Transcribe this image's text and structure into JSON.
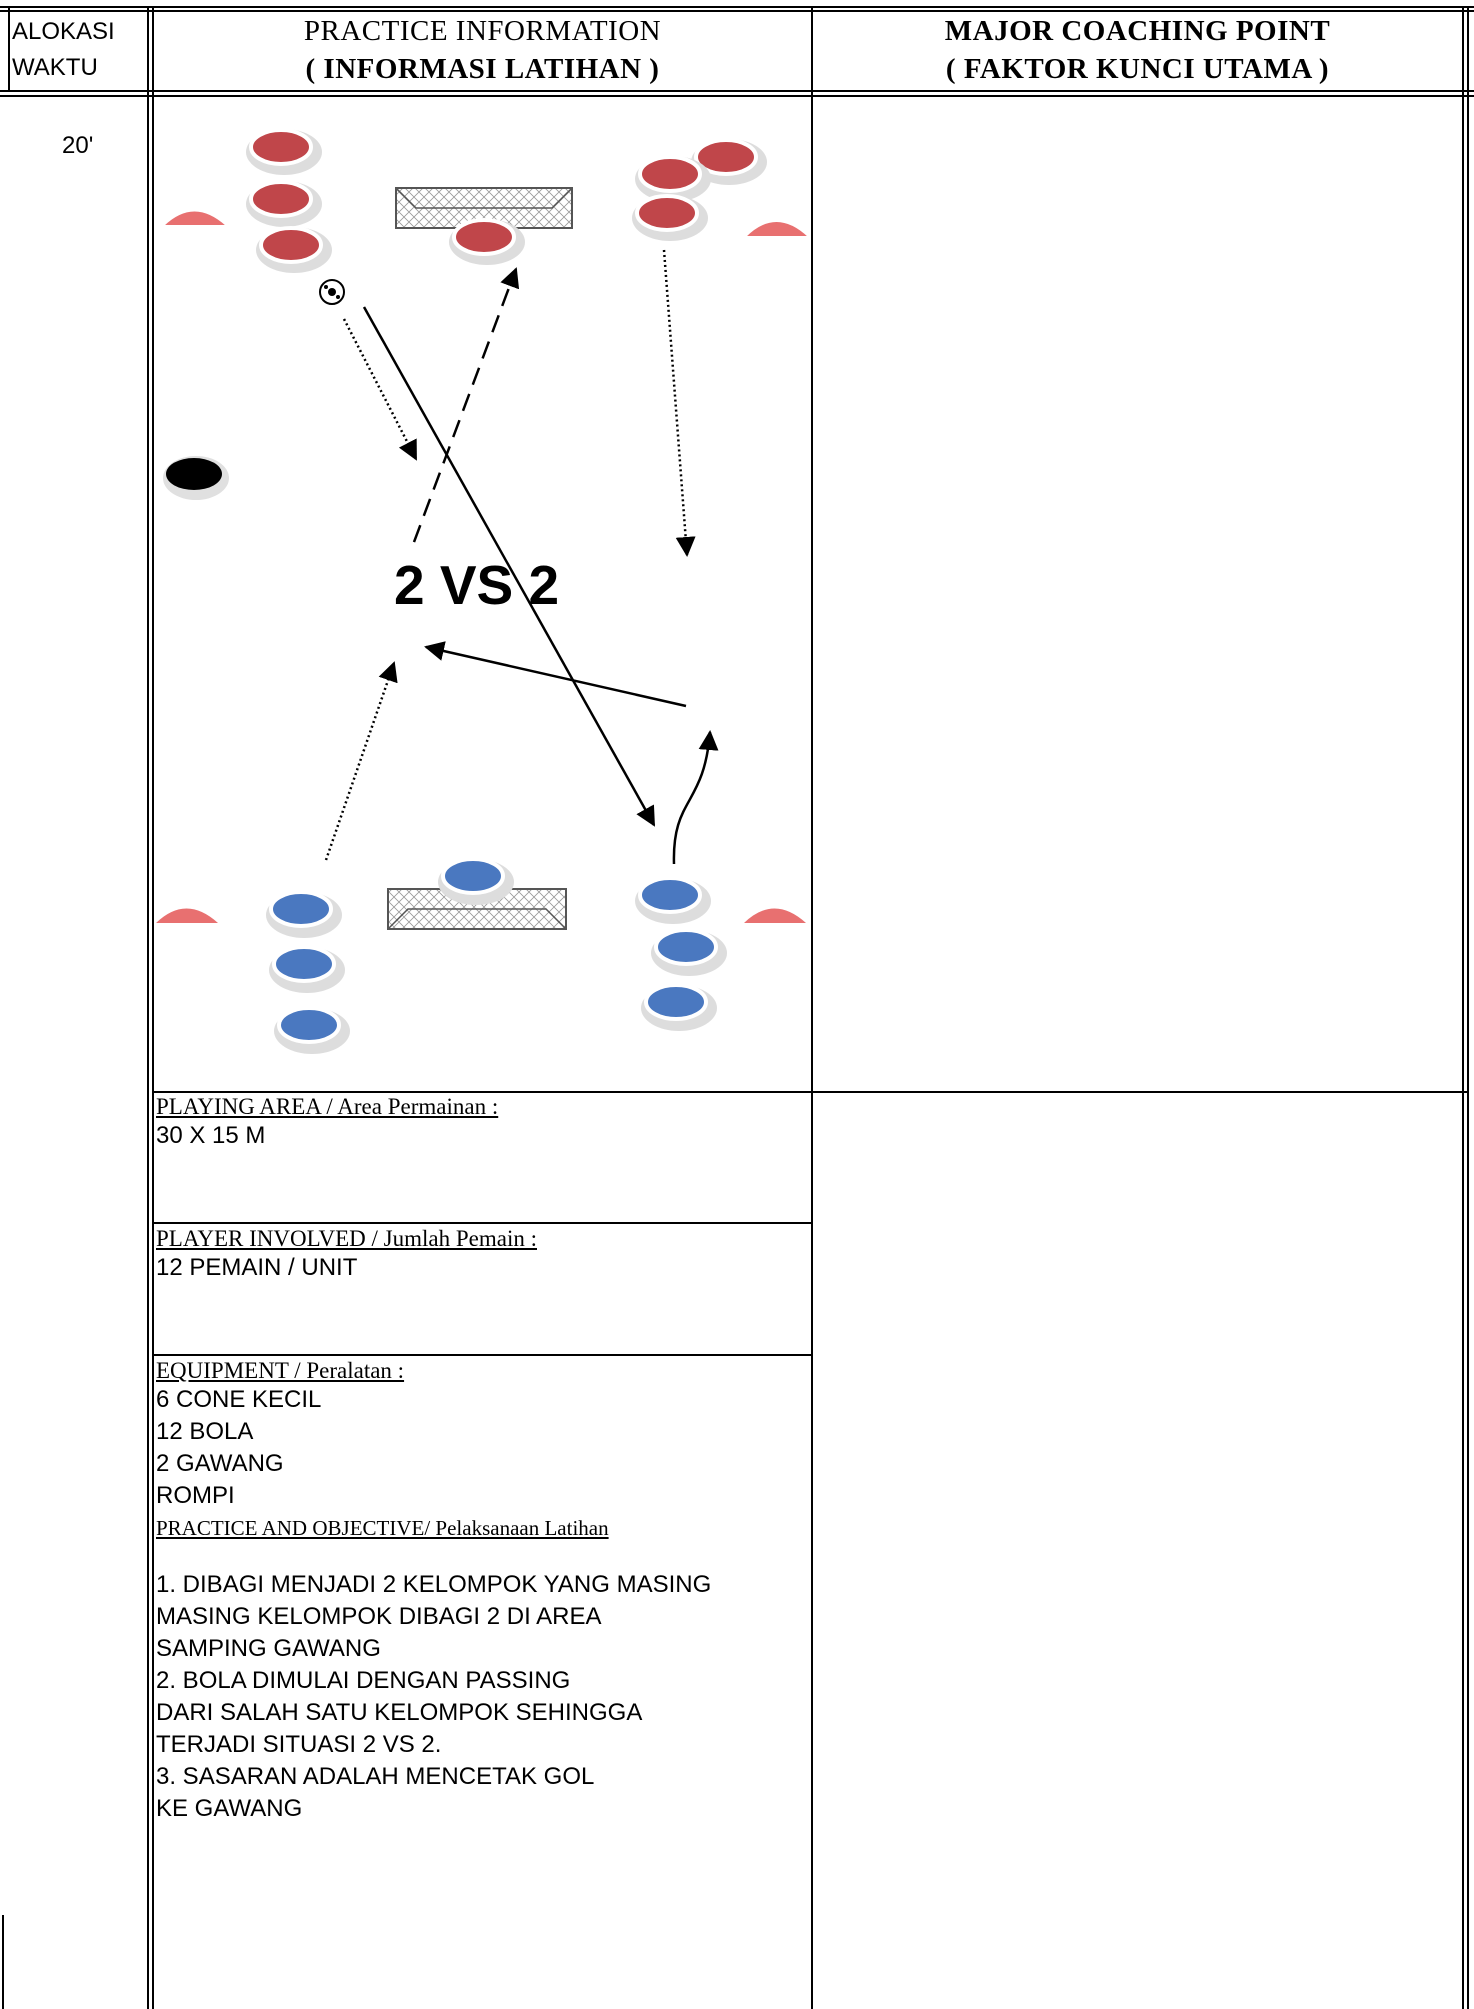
{
  "header": {
    "col1_line1": "ALOKASI",
    "col1_line2": "WAKTU",
    "col2_line1": "PRACTICE   INFORMATION",
    "col2_line2": "( INFORMASI    LATIHAN )",
    "col3_line1": "MAJOR  COACHING POINT",
    "col3_line2": "( FAKTOR   KUNCI   UTAMA )"
  },
  "time": "20'",
  "diagram": {
    "label": "2 VS 2",
    "colors": {
      "red_team": "#c0464a",
      "blue_team": "#4a78c0",
      "cone": "#e87070",
      "marker": "#000000"
    },
    "icons": [
      "red-player-disc",
      "blue-player-disc",
      "cone-icon",
      "goal-icon",
      "ball-icon",
      "black-marker-disc"
    ]
  },
  "info": {
    "playing_area_label": "PLAYING   AREA  /  Area  Permainan  :",
    "playing_area_value": "30 X 15 M",
    "players_label": "PLAYER  INVOLVED /  Jumlah  Pemain :",
    "players_value": "12 PEMAIN / UNIT",
    "equipment_label": "EQUIPMENT  / Peralatan :",
    "equipment_items": [
      "6 CONE KECIL",
      "12 BOLA",
      "2 GAWANG",
      "ROMPI"
    ],
    "objective_label": "PRACTICE  AND  OBJECTIVE/  Pelaksanaan Latihan",
    "objective_lines": [
      "1. DIBAGI MENJADI 2 KELOMPOK YANG MASING",
      "MASING KELOMPOK DIBAGI 2 DI AREA",
      "SAMPING GAWANG",
      "2. BOLA DIMULAI DENGAN PASSING",
      "DARI SALAH SATU KELOMPOK SEHINGGA",
      "TERJADI SITUASI 2 VS 2.",
      "3. SASARAN ADALAH MENCETAK GOL",
      "KE GAWANG"
    ]
  }
}
